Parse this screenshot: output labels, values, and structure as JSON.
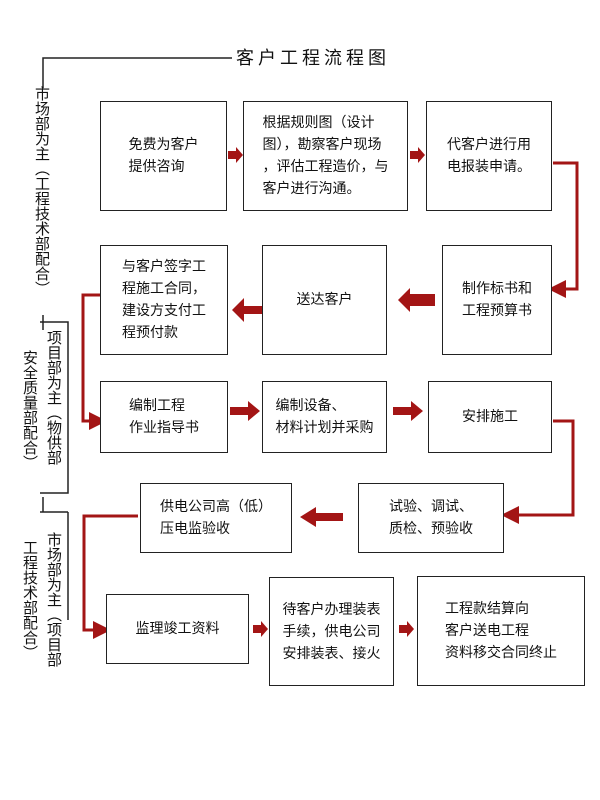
{
  "title": "客户工程流程图",
  "labels": {
    "left1": "市场部为主（工程技术部配合）",
    "left2a": "项目部为主（物供部",
    "left2b": "安全质量部配合）",
    "left3a": "市场部为主（项目部",
    "left3b": "工程技术部配合）"
  },
  "boxes": {
    "b1": "免费为客户\n提供咨询",
    "b2": "根据规则图（设计\n图），勘察客户现场\n，评估工程造价，与\n客户进行沟通。",
    "b3": "代客户进行用\n电报装申请。",
    "b4": "制作标书和\n工程预算书",
    "b5": "送达客户",
    "b6": "与客户签字工\n程施工合同，\n建设方支付工\n程预付款",
    "b7": "编制工程\n作业指导书",
    "b8": "编制设备、\n材料计划并采购",
    "b9": "安排施工",
    "b10": "试验、调试、\n质检、预验收",
    "b11": "供电公司高（低）\n压电监验收",
    "b12": "监理竣工资料",
    "b13": "待客户办理装表\n手续，供电公司\n安排装表、接火",
    "b14": "工程款结算向\n客户送电工程\n资料移交合同终止"
  },
  "colors": {
    "arrow": "#a31515",
    "line": "#222222"
  }
}
